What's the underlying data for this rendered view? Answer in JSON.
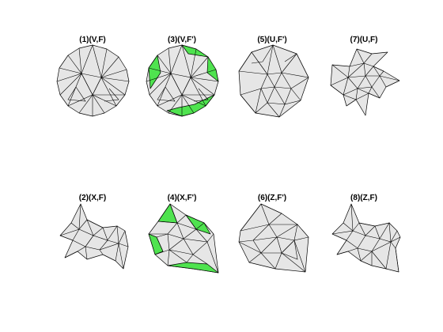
{
  "figure": {
    "panels": [
      {
        "id": "p1",
        "title": "(1)(V,F)"
      },
      {
        "id": "p3",
        "title": "(3)(V,F')"
      },
      {
        "id": "p5",
        "title": "(5)(U,F')"
      },
      {
        "id": "p7",
        "title": "(7)(U,F)"
      },
      {
        "id": "p2",
        "title": "(2)(X,F)"
      },
      {
        "id": "p4",
        "title": "(4)(X,F')"
      },
      {
        "id": "p6",
        "title": "(6)(Z,F')"
      },
      {
        "id": "p8",
        "title": "(8)(Z,F)"
      }
    ],
    "colors": {
      "face_fill": "#e6e6e6",
      "added_face_fill": "#4fe34f",
      "edge": "#000000",
      "background": "#ffffff"
    }
  }
}
